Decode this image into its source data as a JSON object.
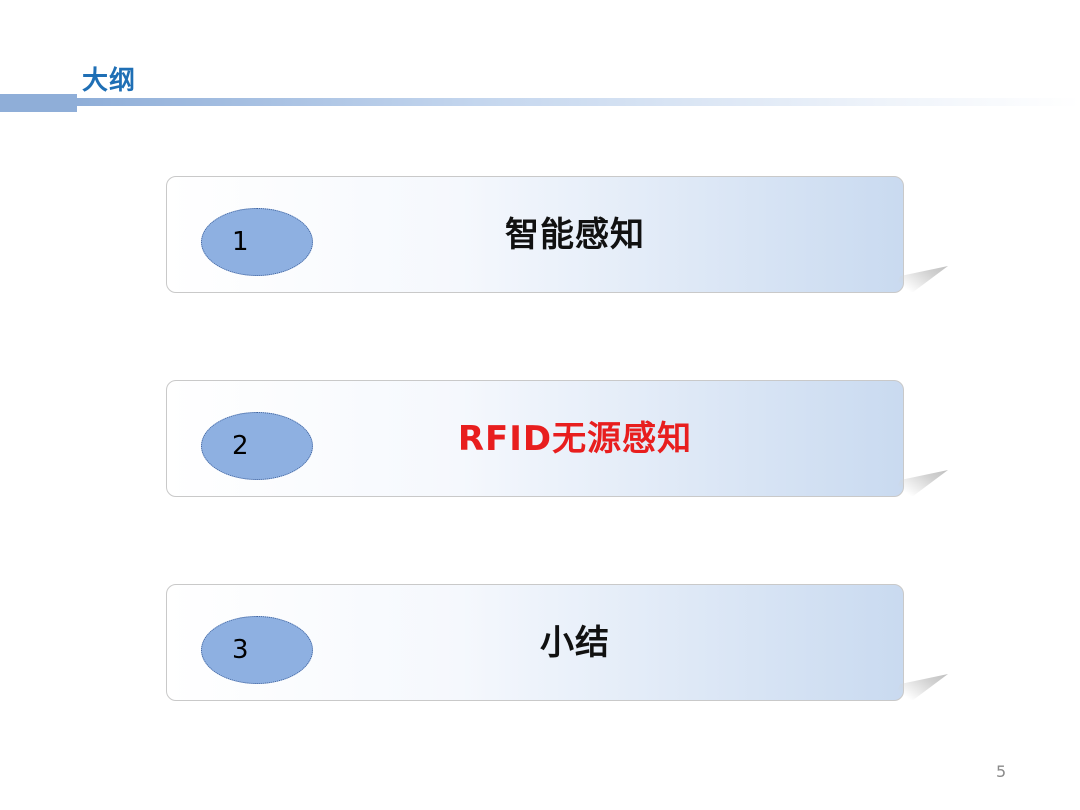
{
  "title": "大纲",
  "items": [
    {
      "number": "1",
      "label": "智能感知"
    },
    {
      "number": "2",
      "label": "RFID无源感知"
    },
    {
      "number": "3",
      "label": "小结"
    }
  ],
  "highlight_color": "#e81e1e",
  "badge_color": "#8eb0e1",
  "title_color": "#1f6fb5",
  "page_number": "5"
}
